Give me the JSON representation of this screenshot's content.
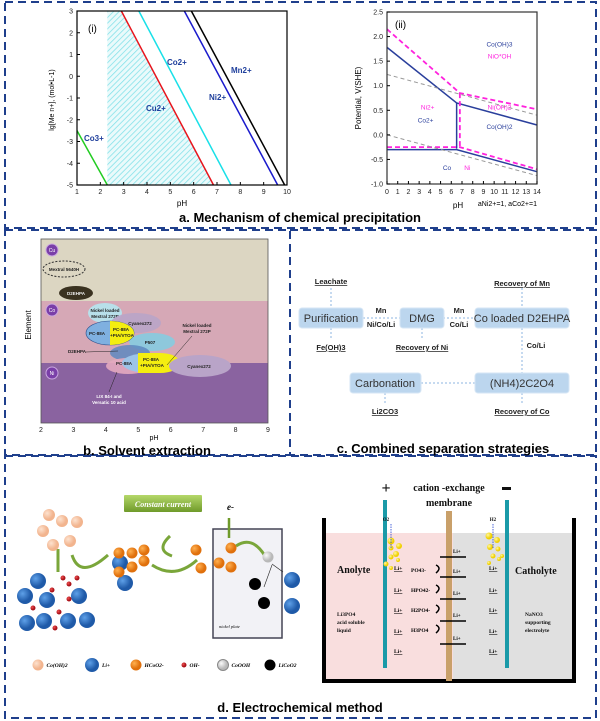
{
  "panels": {
    "a": {
      "title": "a. Mechanism of chemical precipitation"
    },
    "b": {
      "title": "b. Solvent extraction"
    },
    "c": {
      "title": "c. Combined separation strategies"
    },
    "d": {
      "title": "d. Electrochemical method"
    }
  },
  "border_color": "#1f3f8c",
  "chart_data": [
    {
      "type": "line",
      "panel_label": "(i)",
      "xlabel": "pH",
      "ylabel": "lg[Me n+], (mol•L-1)",
      "xlim": [
        1,
        10
      ],
      "ylim": [
        -5,
        3
      ],
      "xticks": [
        1,
        2,
        3,
        4,
        5,
        6,
        7,
        8,
        9,
        10
      ],
      "yticks": [
        3,
        2,
        1,
        0,
        -1,
        -2,
        -3,
        -4,
        -5
      ],
      "shaded_region": {
        "x_start": 2.3,
        "color": "#7fe0e8",
        "pattern": "hatch"
      },
      "series": [
        {
          "name": "Co3+",
          "color": "#22cc22",
          "points": [
            [
              1,
              -2.5
            ],
            [
              2.3,
              -5
            ]
          ]
        },
        {
          "name": "Cu2+",
          "color": "#e8141c",
          "points": [
            [
              2.9,
              3
            ],
            [
              6.85,
              -5
            ]
          ]
        },
        {
          "name": "Co2+",
          "color": "#19e0e8",
          "points": [
            [
              3.65,
              3
            ],
            [
              7.6,
              -5
            ]
          ]
        },
        {
          "name": "Ni2+",
          "color": "#1a1acc",
          "points": [
            [
              5.6,
              3
            ],
            [
              9.6,
              -5
            ]
          ]
        },
        {
          "name": "Mn2+",
          "color": "#000000",
          "points": [
            [
              5.9,
              3
            ],
            [
              9.9,
              -5
            ]
          ]
        }
      ]
    },
    {
      "type": "line",
      "panel_label": "(ii)",
      "xlabel": "pH",
      "ylabel": "Potential, V(SHE)",
      "note": "aNi2+=1, aCo2+=1",
      "xlim": [
        0,
        14
      ],
      "ylim": [
        -1.0,
        2.5
      ],
      "xticks": [
        0,
        1,
        2,
        3,
        4,
        5,
        6,
        7,
        8,
        9,
        10,
        11,
        12,
        13,
        14
      ],
      "yticks": [
        "2.5",
        "2.0",
        "1.5",
        "1.0",
        "0.5",
        "0.0",
        "-0.5",
        "-1.0"
      ],
      "series": [
        {
          "color": "#2a3f9c",
          "style": "solid",
          "points": [
            [
              0,
              1.78
            ],
            [
              6.5,
              0.65
            ],
            [
              14,
              0.2
            ]
          ]
        },
        {
          "color": "#2a3f9c",
          "style": "solid",
          "points": [
            [
              6.5,
              0.65
            ],
            [
              6.5,
              -0.28
            ]
          ]
        },
        {
          "color": "#2a3f9c",
          "style": "solid",
          "points": [
            [
              0,
              -0.3
            ],
            [
              6.5,
              -0.3
            ],
            [
              14,
              -0.75
            ]
          ]
        },
        {
          "color": "#ff22dd",
          "style": "dashed",
          "points": [
            [
              0,
              2.15
            ],
            [
              6.8,
              0.85
            ],
            [
              14,
              0.52
            ]
          ]
        },
        {
          "color": "#ff22dd",
          "style": "dashed",
          "points": [
            [
              6.8,
              0.85
            ],
            [
              6.8,
              -0.25
            ]
          ]
        },
        {
          "color": "#ff22dd",
          "style": "dashed",
          "points": [
            [
              0,
              -0.25
            ],
            [
              6.8,
              -0.25
            ],
            [
              14,
              -0.7
            ]
          ]
        },
        {
          "color": "#999999",
          "style": "dashed",
          "points": [
            [
              0,
              1.23
            ],
            [
              14,
              0.4
            ]
          ]
        },
        {
          "color": "#999999",
          "style": "dashed",
          "points": [
            [
              0,
              0
            ],
            [
              14,
              -0.83
            ]
          ]
        }
      ],
      "region_labels": [
        {
          "text": "Co(OH)3",
          "color": "#2a3f9c",
          "at": [
            10.5,
            1.8
          ]
        },
        {
          "text": "NiO*OH",
          "color": "#ff22dd",
          "at": [
            10.5,
            1.55
          ]
        },
        {
          "text": "Ni(OH)2",
          "color": "#ff22dd",
          "at": [
            10.5,
            0.52
          ]
        },
        {
          "text": "Co(OH)2",
          "color": "#2a3f9c",
          "at": [
            10.5,
            0.12
          ]
        },
        {
          "text": "Ni2+",
          "color": "#ff22dd",
          "at": [
            3.8,
            0.52
          ]
        },
        {
          "text": "Co2+",
          "color": "#2a3f9c",
          "at": [
            3.6,
            0.25
          ]
        },
        {
          "text": "Co",
          "color": "#2a3f9c",
          "at": [
            5.6,
            -0.72
          ]
        },
        {
          "text": "Ni",
          "color": "#ff22dd",
          "at": [
            7.5,
            -0.72
          ]
        }
      ]
    },
    {
      "type": "scatter",
      "xlabel": "pH",
      "ylabel": "Element",
      "xlim": [
        2,
        9
      ],
      "xticks": [
        2,
        3,
        4,
        5,
        6,
        7,
        8,
        9
      ],
      "bands": [
        {
          "element": "Cu",
          "color": "#dcd6c2"
        },
        {
          "element": "Co",
          "color": "#d6a8b6"
        },
        {
          "element": "Ni",
          "color": "#8a63a0"
        }
      ],
      "extractants": {
        "mextral": "Mextral 5640H",
        "d2ehpa_cu": "D2EHPA",
        "ni_loaded_1a": "Nickel loaded",
        "ni_loaded_1b": "Mextral 272P",
        "cyanex_co": "Cyanex272",
        "pc88a_co": "PC-88A",
        "pc88a_mix_a": "PC-88A",
        "pc88a_mix_b": "+PIA/VTOA",
        "p507": "P507",
        "d2ehpa_co": "D2EHPA",
        "pc88a_ni": "PC-88A",
        "pc88a_mix2_a": "PC-88A",
        "pc88a_mix2_b": "+PIA/VTOA",
        "ni_loaded_2a": "Nickel loaded",
        "ni_loaded_2b": "Mextral 272P",
        "cyanex_ni": "Cyanex272",
        "lix_a": "LIX 84-I and",
        "lix_b": "Versatic 10 acid"
      }
    }
  ],
  "flow": {
    "purification": "Purification",
    "dmg": "DMG",
    "co_d2ehpa": "Co loaded D2EHPA",
    "carbonation": "Carbonation",
    "oxalate": "(NH4)2C2O4",
    "leachate": "Leachate",
    "feoh3": "Fe(OH)3",
    "rec_ni": "Recovery of Ni",
    "rec_mn": "Recovery of Mn",
    "rec_co": "Recovery of Co",
    "li2co3": "Li2CO3",
    "mn1": "Mn",
    "nicoli": "Ni/Co/Li",
    "mn2": "Mn",
    "coli1": "Co/Li",
    "coli2": "Co/Li"
  },
  "electro": {
    "constant_current": "Constant current",
    "electron": "e-",
    "nickel_plate": "nickel plate",
    "legend": [
      {
        "label": "Co(OH)2",
        "color": "#f8c8a8"
      },
      {
        "label": "Li+",
        "color": "#2a6fc0"
      },
      {
        "label": "HCoO2-",
        "color": "#f08a1c"
      },
      {
        "label": "OH-",
        "color": "#c8202a"
      },
      {
        "label": "CoOOH",
        "color": "#d8d8d8"
      },
      {
        "label": "LiCoO2",
        "color": "#000000"
      }
    ]
  },
  "cell": {
    "plus": "+",
    "minus": "-",
    "membrane_1": "cation -exchange",
    "membrane_2": "membrane",
    "o2": "O2",
    "h2": "H2",
    "anolyte": "Anolyte",
    "catholyte": "Catholyte",
    "anolyte_desc": [
      "Li3PO4",
      "acid soluble",
      "liquid"
    ],
    "catholyte_desc": [
      "NaNO3",
      "supporting",
      "electrolyte"
    ],
    "li": "Li+",
    "anions": [
      "PO43-",
      "HPO42-",
      "H2PO4-",
      "H3PO4"
    ]
  }
}
